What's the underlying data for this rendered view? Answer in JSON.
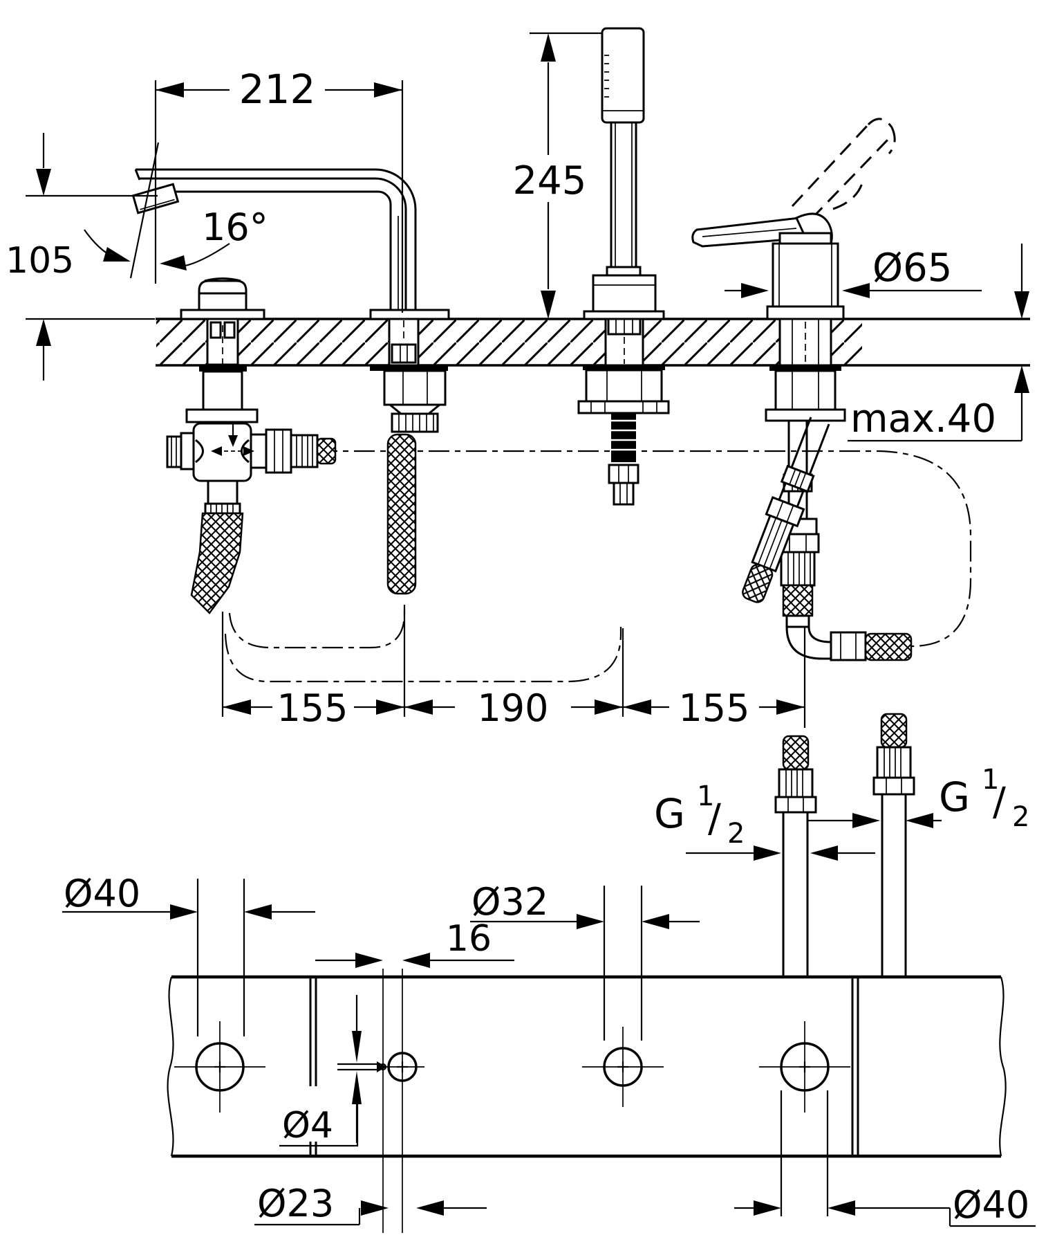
{
  "page": {
    "background": "#ffffff",
    "ink": "#000000",
    "type": "technical dimensional drawing"
  },
  "side_view": {
    "dimensions": {
      "spout_reach": "212",
      "spout_angle": "16°",
      "spout_height": "105",
      "handshower_height": "245",
      "escutcheon_diameter": "Ø65",
      "max_deck_thickness": "max.40",
      "hole_spacing_left": "155",
      "hole_spacing_center": "190",
      "hole_spacing_right": "155"
    },
    "connections": {
      "left_thread": {
        "prefix": "G",
        "numerator": "1",
        "slash": "/",
        "denominator": "2"
      },
      "right_thread": {
        "prefix": "G",
        "numerator": "1",
        "slash": "/",
        "denominator": "2"
      }
    }
  },
  "plan_view": {
    "dimensions": {
      "hole1_diameter": "Ø40",
      "hole3_diameter": "Ø32",
      "pilot_hole_offset": "16",
      "pilot_hole_diameter": "Ø4",
      "hole2_diameter": "Ø23",
      "hole4_diameter": "Ø40"
    }
  }
}
